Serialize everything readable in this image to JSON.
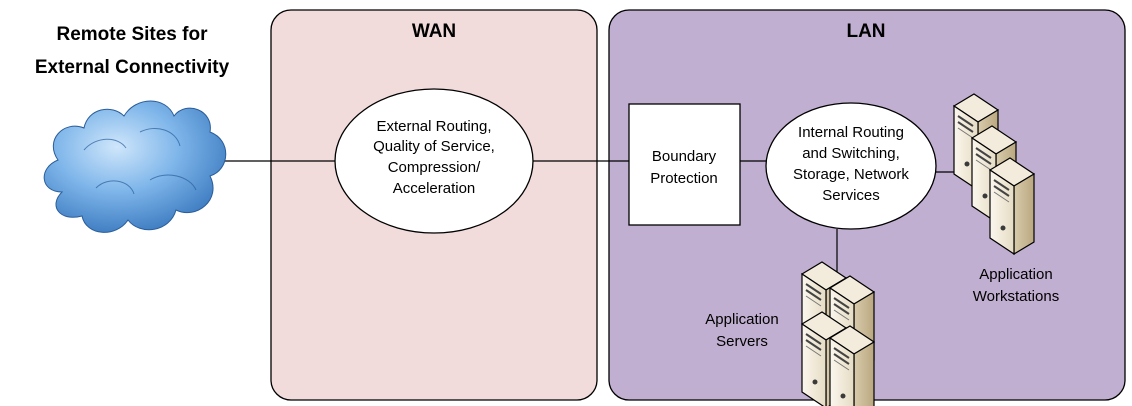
{
  "remote_sites": {
    "line1": "Remote Sites for",
    "line2": "External Connectivity"
  },
  "wan": {
    "title": "WAN",
    "routing_lines": [
      "External Routing,",
      "Quality of Service,",
      "Compression/",
      "Acceleration"
    ]
  },
  "lan": {
    "title": "LAN",
    "boundary_lines": [
      "Boundary",
      "Protection"
    ],
    "internal_lines": [
      "Internal Routing",
      "and Switching,",
      "Storage, Network",
      "Services"
    ],
    "servers_lines": [
      "Application",
      "Servers"
    ],
    "workstations_lines": [
      "Application",
      "Workstations"
    ]
  },
  "colors": {
    "wan_fill": "#f1dcdb",
    "lan_fill": "#c0afd0",
    "cloud": "#5b9bd5"
  },
  "icons": {
    "cloud": "cloud-icon",
    "server": "server-icon"
  }
}
